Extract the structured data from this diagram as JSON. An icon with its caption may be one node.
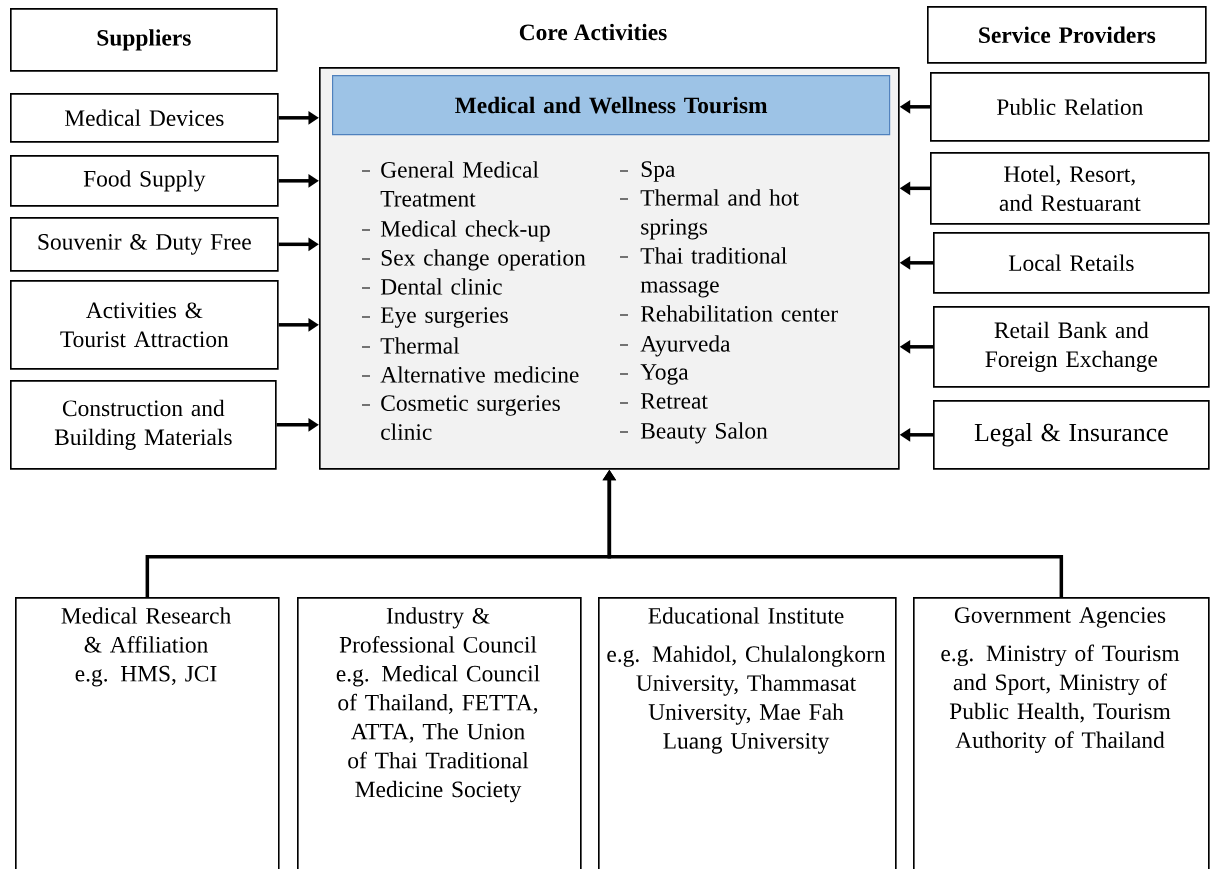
{
  "diagram": {
    "nodes": [
      {
        "text": [
          "Suppliers"
        ]
      },
      {
        "text": [
          "Service Providers"
        ]
      },
      {
        "text": [
          "Core Activities",
          "General Medical Treatment",
          "Medical check-up",
          "Sex change operation",
          "Dental clinic",
          "Eye surgeries",
          "Thermal",
          "Alternative medicine",
          "Cosmetic surgeries clinic",
          "Spa",
          "Thermal and hot springs",
          "Thai traditional massage",
          "Rehabilitation center",
          "Ayurveda",
          "Yoga",
          "Retreat",
          "Beauty Salon"
        ]
      },
      {
        "text": [
          "Medical and Wellness Tourism"
        ],
        "in": 2
      },
      {
        "text": [
          "Medical Devices"
        ]
      },
      {
        "text": [
          "Food Supply"
        ]
      },
      {
        "text": [
          "Souvenir & Duty Free"
        ]
      },
      {
        "text": [
          "Activities & Tourist Attraction"
        ]
      },
      {
        "text": [
          "Construction and Building Materials"
        ]
      },
      {
        "text": [
          "Public Relation"
        ]
      },
      {
        "text": [
          "Hotel, Resort, and Restuarant"
        ]
      },
      {
        "text": [
          "Local Retails"
        ]
      },
      {
        "text": [
          "Retail Bank and Foreign Exchange"
        ]
      },
      {
        "text": [
          "Legal & Insurance"
        ]
      },
      {
        "text": [
          "Medical Research & Affiliation",
          "e.g. HMS, JCI"
        ]
      },
      {
        "text": [
          "Industry & Professional Council",
          "e.g. Medical Council of Thailand, FETTA, ATTA, The Union of Thai Traditional Medicine Society"
        ]
      },
      {
        "text": [
          "Educational Institute",
          "e.g. Mahidol, Chulalongkorn University, Thammasat University, Mae Fah Luang University"
        ]
      },
      {
        "text": [
          "Government Agencies",
          "e.g. Ministry of Tourism and Sport, Ministry of Public Health, Tourism Authority of Thailand"
        ]
      }
    ],
    "edges": [
      {
        "from": 4,
        "to": 2,
        "arrow": "to"
      },
      {
        "from": 5,
        "to": 2,
        "arrow": "to"
      },
      {
        "from": 6,
        "to": 2,
        "arrow": "to"
      },
      {
        "from": 7,
        "to": 2,
        "arrow": "to"
      },
      {
        "from": 8,
        "to": 2,
        "arrow": "to"
      },
      {
        "from": 9,
        "to": 2,
        "arrow": "to"
      },
      {
        "from": 10,
        "to": 2,
        "arrow": "to"
      },
      {
        "from": 11,
        "to": 2,
        "arrow": "to"
      },
      {
        "from": 12,
        "to": 2,
        "arrow": "to"
      },
      {
        "from": 13,
        "to": 2,
        "arrow": "to"
      },
      {
        "from": 14,
        "to": 2,
        "arrow": "to"
      },
      {
        "from": 17,
        "to": 2,
        "arrow": "to"
      }
    ]
  }
}
